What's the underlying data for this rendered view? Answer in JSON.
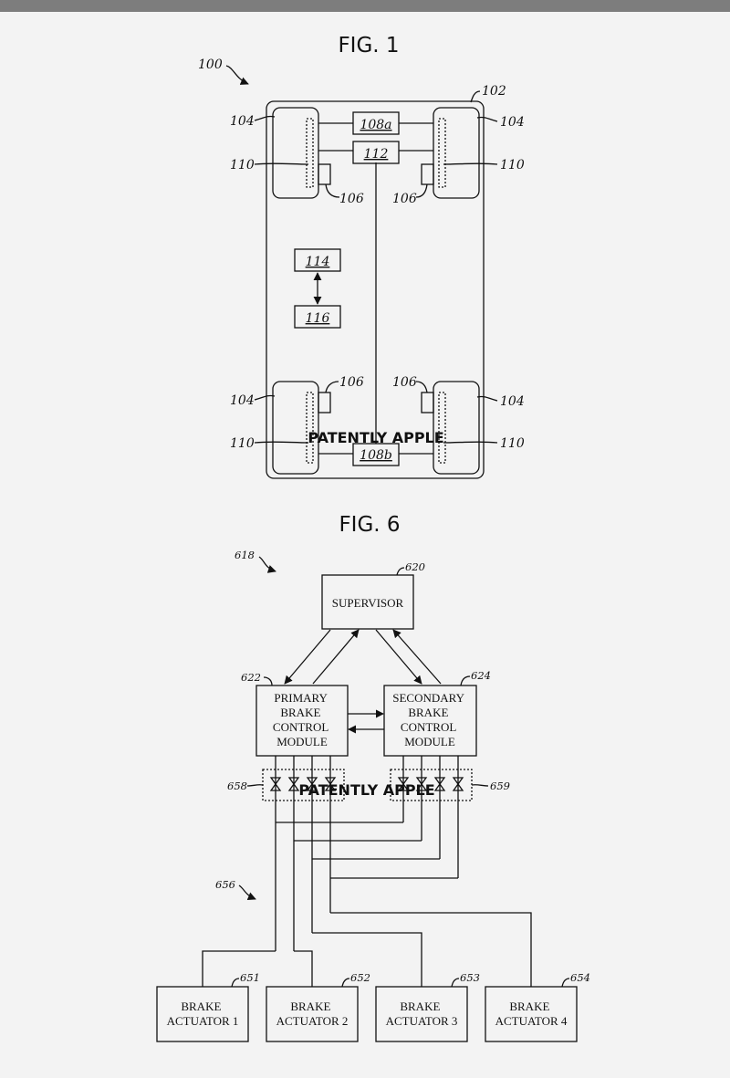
{
  "fig1": {
    "title": "FIG. 1",
    "ref_100": "100",
    "ref_102": "102",
    "ref_104": "104",
    "ref_106": "106",
    "ref_110": "110",
    "ref_108a": "108a",
    "ref_108b": "108b",
    "ref_112": "112",
    "ref_114": "114",
    "ref_116": "116"
  },
  "fig6": {
    "title": "FIG. 6",
    "ref_618": "618",
    "ref_620": "620",
    "ref_622": "622",
    "ref_624": "624",
    "ref_656": "656",
    "ref_658": "658",
    "ref_659": "659",
    "supervisor": "SUPERVISOR",
    "primary_module": [
      "PRIMARY",
      "BRAKE",
      "CONTROL",
      "MODULE"
    ],
    "secondary_module": [
      "SECONDARY",
      "BRAKE",
      "CONTROL",
      "MODULE"
    ],
    "actuators": [
      {
        "ref": "651",
        "line1": "BRAKE",
        "line2": "ACTUATOR 1"
      },
      {
        "ref": "652",
        "line1": "BRAKE",
        "line2": "ACTUATOR 2"
      },
      {
        "ref": "653",
        "line1": "BRAKE",
        "line2": "ACTUATOR 3"
      },
      {
        "ref": "654",
        "line1": "BRAKE",
        "line2": "ACTUATOR 4"
      }
    ]
  },
  "watermark": "PATENTLY APPLE",
  "colors": {
    "background": "#f3f3f3",
    "topbar": "#7d7d7d",
    "ink": "#111111"
  }
}
